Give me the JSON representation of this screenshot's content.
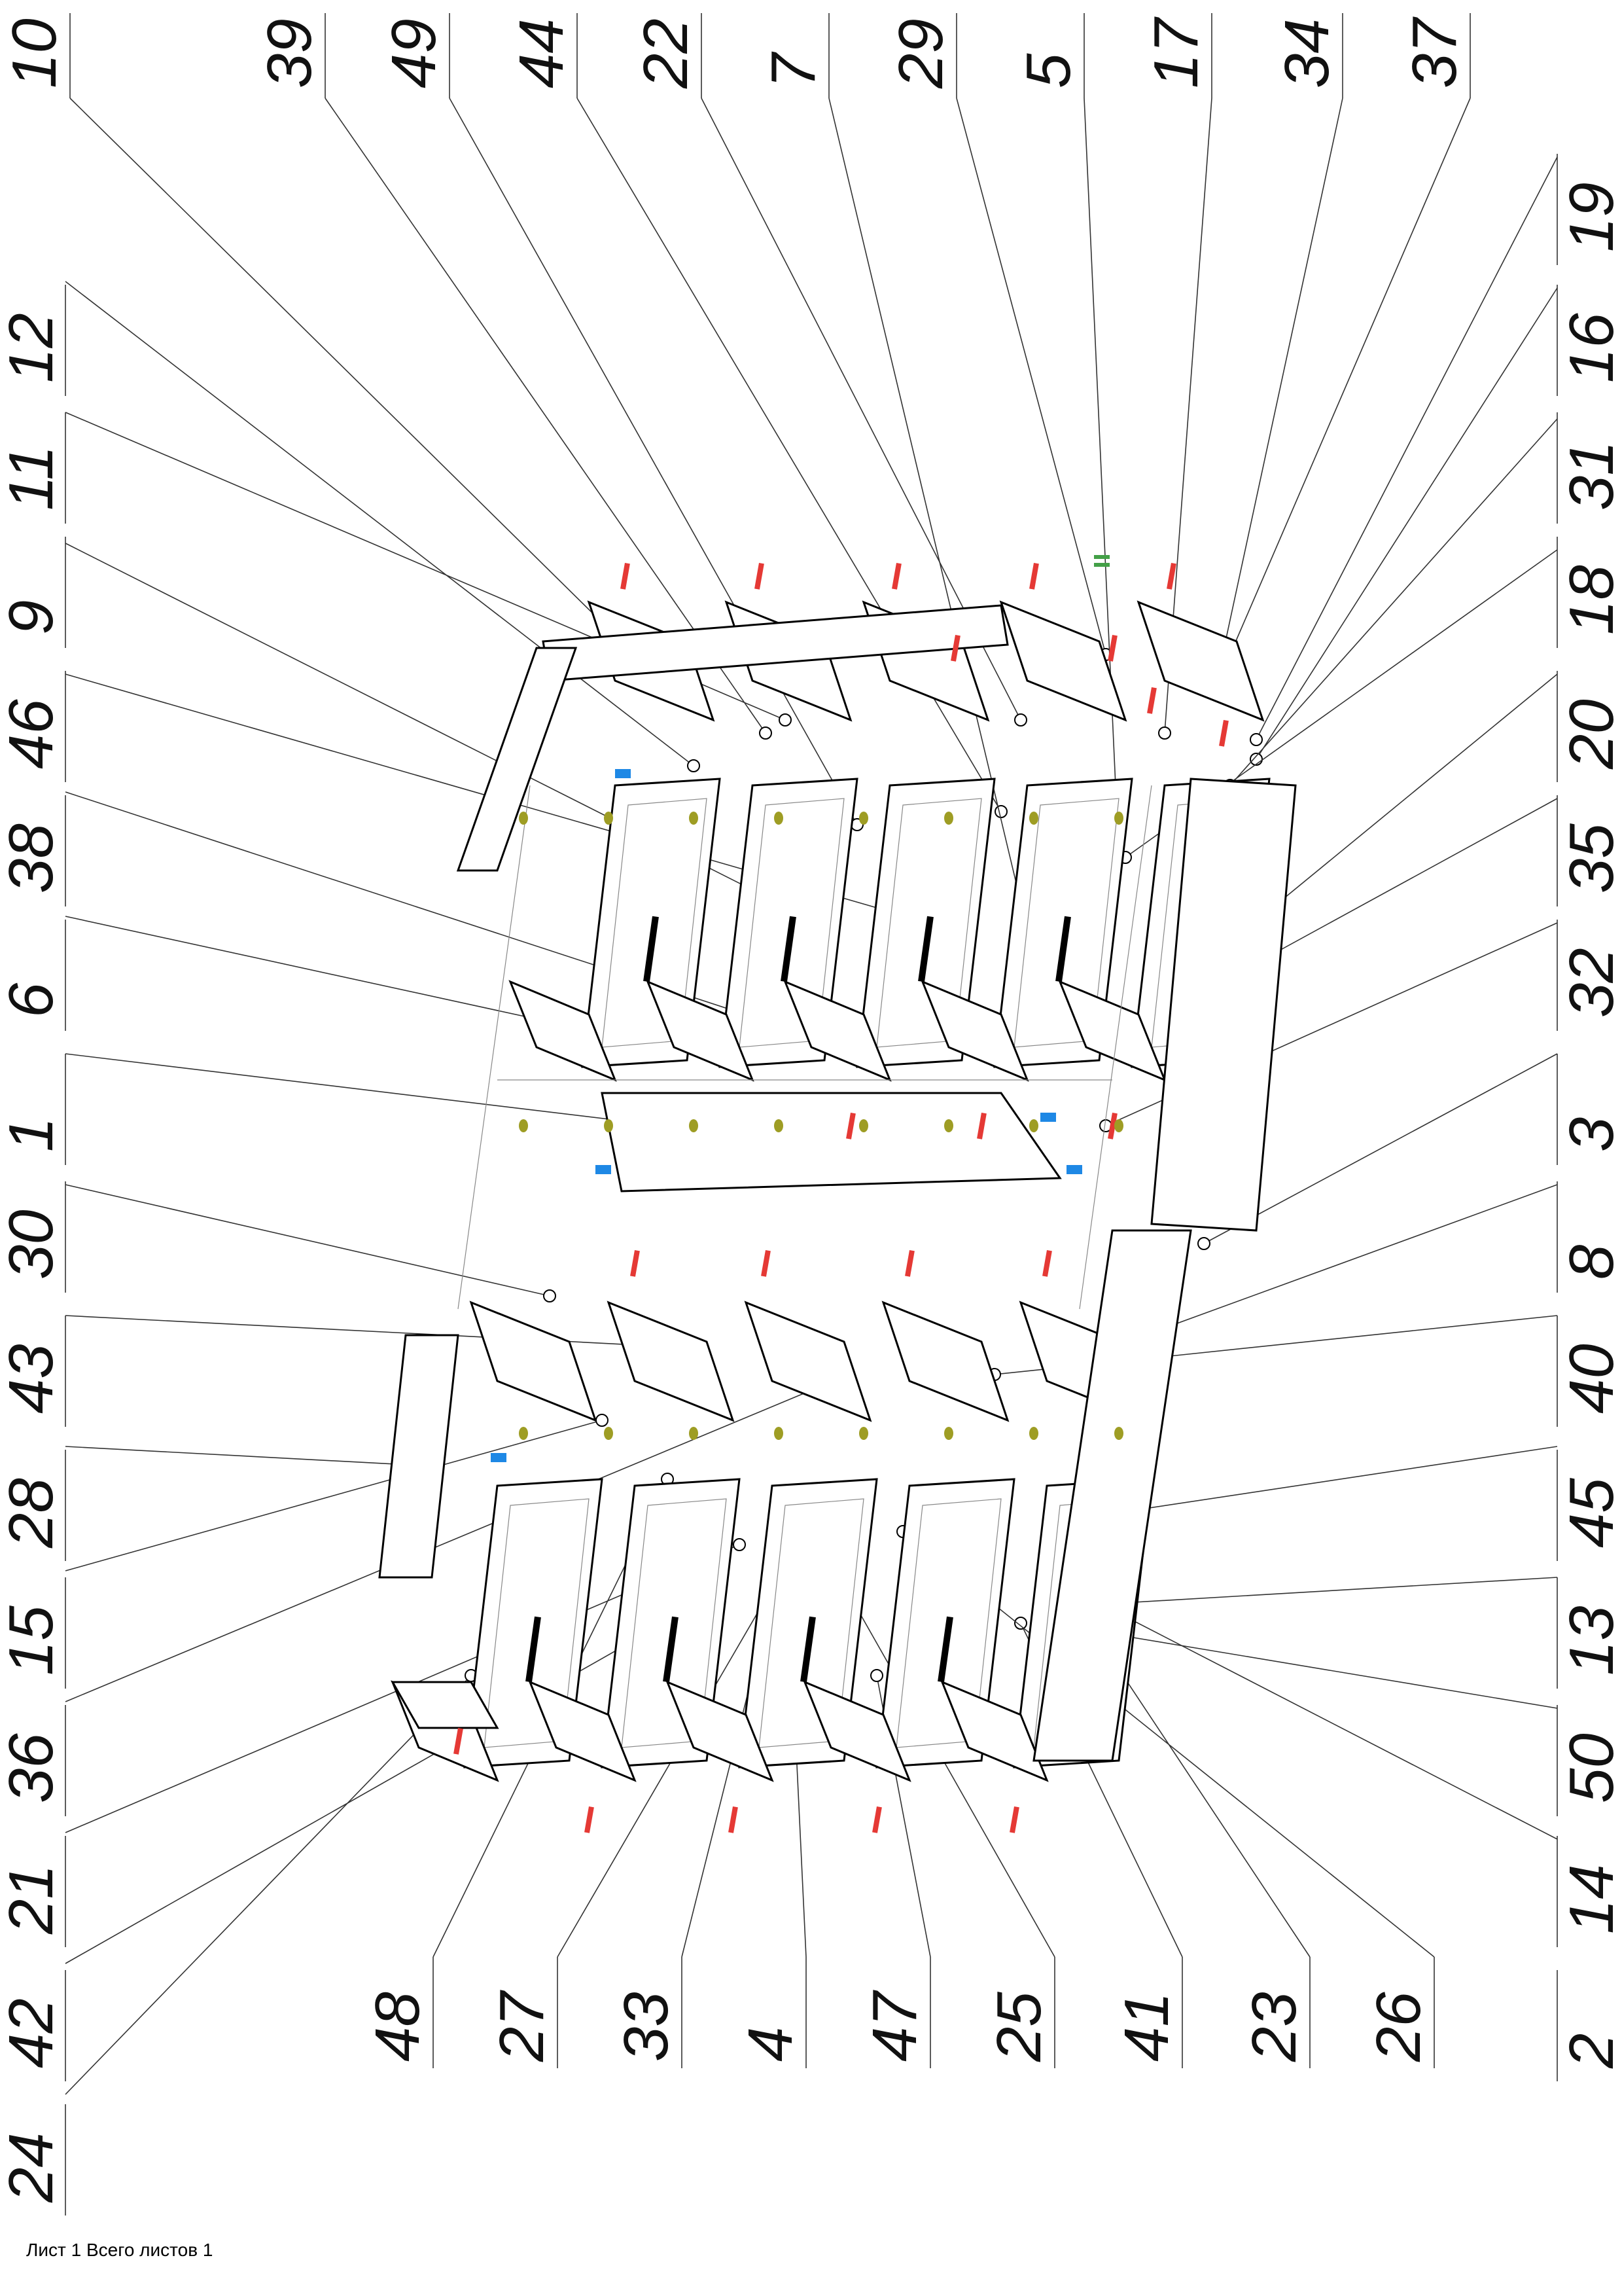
{
  "callouts": {
    "top": [
      "10",
      "39",
      "49",
      "44",
      "22",
      "7",
      "29",
      "5",
      "17",
      "34",
      "37"
    ],
    "left": [
      "12",
      "11",
      "9",
      "46",
      "38",
      "6",
      "1",
      "30",
      "43",
      "28",
      "15",
      "36",
      "21",
      "42",
      "24"
    ],
    "right": [
      "19",
      "16",
      "31",
      "18",
      "20",
      "35",
      "32",
      "3",
      "8",
      "40",
      "45",
      "13",
      "50",
      "14",
      "2"
    ],
    "bottom": [
      "48",
      "27",
      "33",
      "4",
      "47",
      "25",
      "41",
      "23",
      "26"
    ]
  },
  "footer": {
    "sheet_text": "Лист 1 Всего листов 1"
  },
  "colors": {
    "line": "#000000",
    "fastener_red": "#e53935",
    "fastener_blue": "#1e88e5",
    "fastener_green": "#43a047",
    "dowel_olive": "#9e9d24"
  }
}
